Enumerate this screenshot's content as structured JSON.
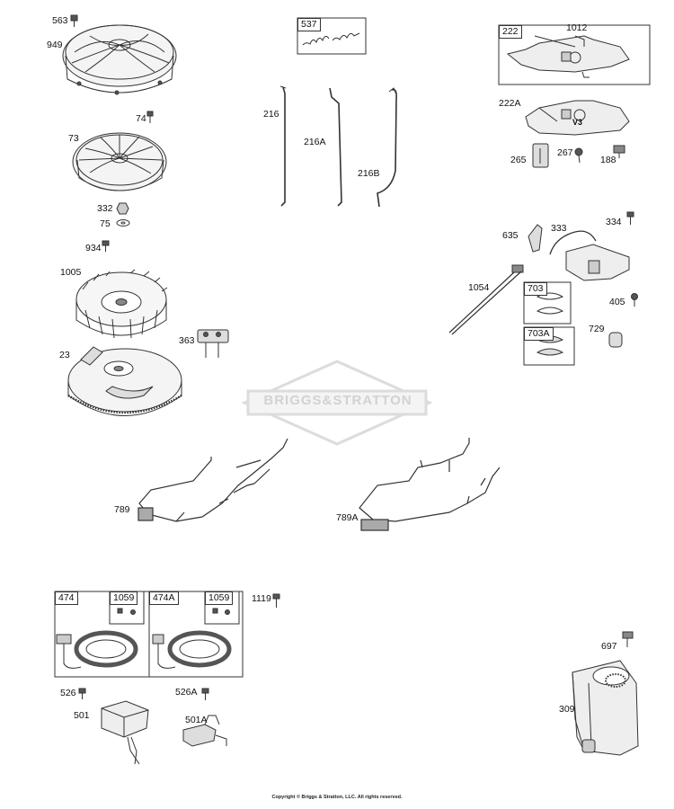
{
  "watermark": "BRIGGS&STRATTON",
  "copyright": "Copyright © Briggs & Stratton, LLC. All rights reserved.",
  "parts": {
    "p563": "563",
    "p949": "949",
    "p74": "74",
    "p73": "73",
    "p332": "332",
    "p75": "75",
    "p934": "934",
    "p1005": "1005",
    "p363": "363",
    "p23": "23",
    "p537": "537",
    "p216": "216",
    "p216A": "216A",
    "p216B": "216B",
    "p222": "222",
    "p1012": "1012",
    "p222A": "222A",
    "p265": "265",
    "p267": "267",
    "p188": "188",
    "p635": "635",
    "p333": "333",
    "p334": "334",
    "p1054": "1054",
    "p703": "703",
    "p703A": "703A",
    "p405": "405",
    "p729": "729",
    "p789": "789",
    "p789A": "789A",
    "p474": "474",
    "p1059a": "1059",
    "p474A": "474A",
    "p1059b": "1059",
    "p1119": "1119",
    "p526": "526",
    "p526A": "526A",
    "p501": "501",
    "p501A": "501A",
    "p697": "697",
    "p309": "309"
  },
  "marking_v3": "V3"
}
